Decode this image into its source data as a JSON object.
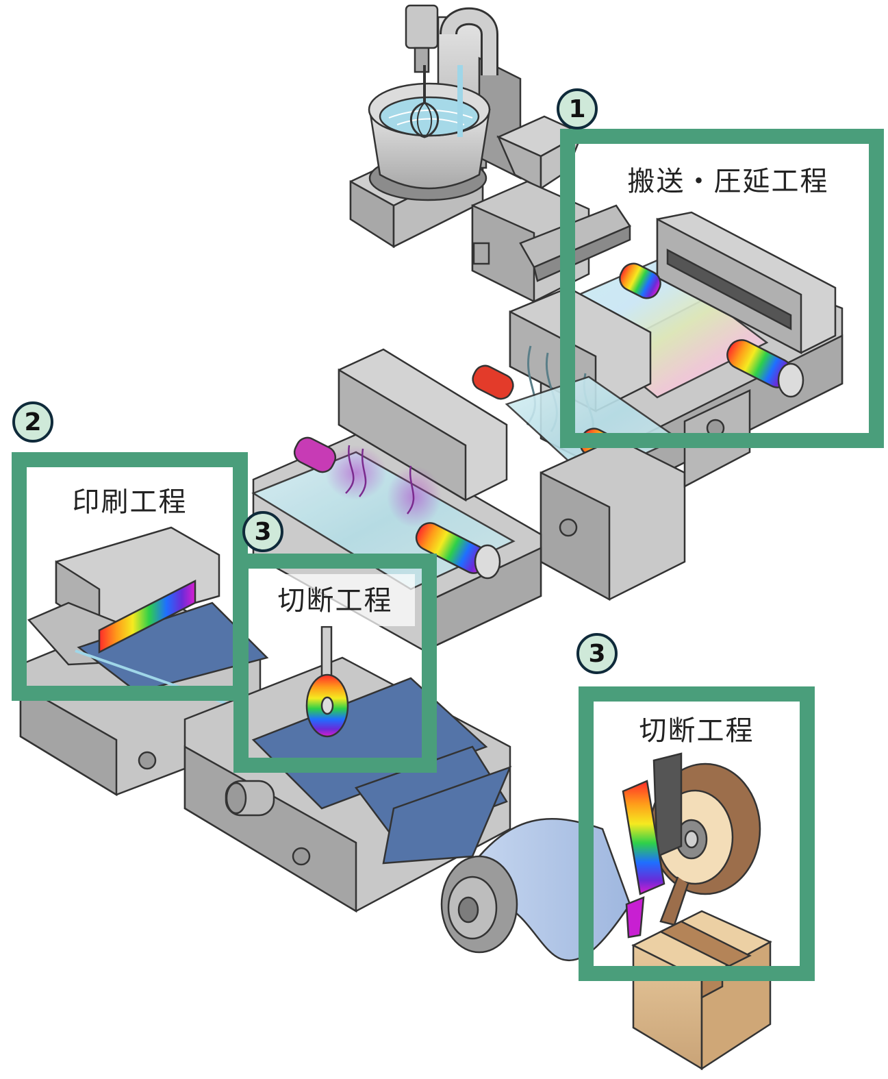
{
  "steps": [
    {
      "number": "1",
      "label": "搬送・圧延工程"
    },
    {
      "number": "2",
      "label": "印刷工程"
    },
    {
      "number": "3",
      "label": "切断工程"
    },
    {
      "number": "3",
      "label": "切断工程"
    }
  ],
  "colors": {
    "frame": "#4a9e7b",
    "badge_fill": "#cfe9d9",
    "badge_border": "#0f2a3a",
    "machine_light": "#d7d7d7",
    "machine_mid": "#b5b5b5",
    "machine_dark": "#8a8a8a",
    "film": "#b8dde6",
    "sheet_blue": "#5474a8"
  },
  "icons": [
    "mixer-bowl-icon",
    "whisk-icon",
    "hopper-icon",
    "rainbow-roller-icon",
    "cutting-disc-icon",
    "tape-roll-icon",
    "cardboard-box-icon"
  ]
}
